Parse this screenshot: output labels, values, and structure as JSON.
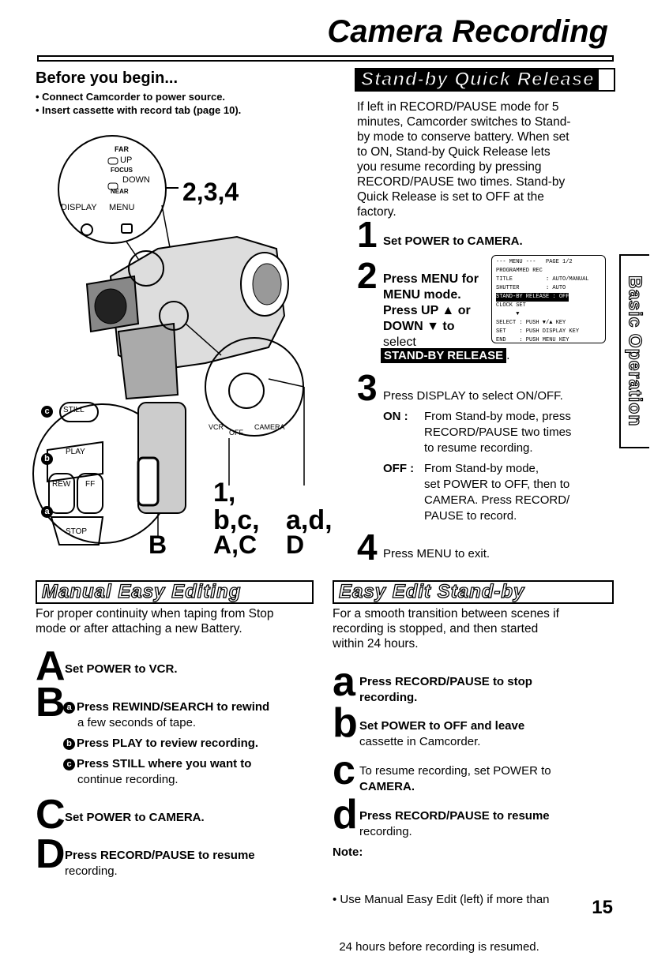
{
  "header": {
    "title": "Camera Recording",
    "page_number": "15"
  },
  "before": {
    "heading": "Before you begin...",
    "bullets": [
      "• Connect Camcorder to power source.",
      "• Insert cassette with record tab (page 10)."
    ]
  },
  "figure": {
    "far": "FAR",
    "up": "UP",
    "focus": "FOCUS",
    "down": "DOWN",
    "near": "NEAR",
    "display": "DISPLAY",
    "menu": "MENU",
    "callout_234": "2,3,4",
    "still": "STILL",
    "play": "PLAY",
    "rew": "REW",
    "ff": "FF",
    "stop": "STOP",
    "vcr": "VCR",
    "off": "OFF",
    "camera": "CAMERA",
    "label_1": "1,",
    "label_bc": "b,c,",
    "label_ad": "a,d,",
    "label_B": "B",
    "label_AC": "A,C",
    "label_D": "D",
    "badge_c": "c",
    "badge_b": "b",
    "badge_a": "a"
  },
  "standby": {
    "title": "Stand-by Quick Release",
    "intro_lines": [
      "If left in RECORD/PAUSE mode for 5",
      "minutes, Camcorder switches to Stand-",
      "by mode to conserve battery. When set",
      "to ON, Stand-by Quick Release lets",
      "you resume recording by pressing",
      "RECORD/PAUSE two times. Stand-by",
      "Quick Release is set to OFF at the",
      "factory."
    ],
    "step1": {
      "num": "1",
      "text": "Set POWER to CAMERA."
    },
    "step2": {
      "num": "2",
      "lines": [
        "Press MENU for",
        "MENU mode.",
        "Press UP ▲ or",
        "DOWN ▼ to",
        "select"
      ],
      "highlight": "STAND-BY RELEASE",
      "period": "."
    },
    "menu_screen": [
      "--- MENU ---   PAGE 1/2",
      "PROGRAMMED REC",
      "TITLE          : AUTO/MANUAL",
      "SHUTTER        : AUTO",
      "STAND-BY RELEASE : OFF",
      "CLOCK SET",
      "      ▼",
      "SELECT : PUSH ▼/▲ KEY",
      "SET    : PUSH DISPLAY KEY",
      "END    : PUSH MENU KEY"
    ],
    "step3": {
      "num": "3",
      "text": "Press DISPLAY to select ON/OFF.",
      "on_label": "ON  :",
      "on_lines": [
        "From Stand-by mode, press",
        "RECORD/PAUSE two times",
        "to resume recording."
      ],
      "off_label": "OFF :",
      "off_lines": [
        "From Stand-by mode,",
        "set POWER to OFF, then to",
        "CAMERA. Press RECORD/",
        "PAUSE to record."
      ]
    },
    "step4": {
      "num": "4",
      "text": "Press MENU to exit."
    }
  },
  "side_tab": "Basic Operation",
  "manual": {
    "title": "Manual Easy Editing",
    "intro_lines": [
      "For proper continuity when taping from Stop",
      "mode or after attaching a new Battery."
    ],
    "A": {
      "letter": "A",
      "text": "Set POWER to VCR."
    },
    "B": {
      "letter": "B",
      "a_badge": "a",
      "a_text1": "Press REWIND/SEARCH to rewind",
      "a_text2": "a few seconds of tape.",
      "b_badge": "b",
      "b_text": "Press PLAY to review recording.",
      "c_badge": "c",
      "c_text1": "Press STILL where you want to",
      "c_text2": "continue recording."
    },
    "C": {
      "letter": "C",
      "text": "Set POWER to CAMERA."
    },
    "D": {
      "letter": "D",
      "text1": "Press RECORD/PAUSE to resume",
      "text2": "recording."
    }
  },
  "easy": {
    "title": "Easy Edit Stand-by",
    "intro_lines": [
      "For a smooth transition between scenes if",
      "recording is stopped, and then started",
      "within 24 hours."
    ],
    "a": {
      "letter": "a",
      "text1": "Press RECORD/PAUSE to stop",
      "text2": "recording."
    },
    "b": {
      "letter": "b",
      "text1": "Set POWER to OFF and leave",
      "text2": "cassette in Camcorder."
    },
    "c": {
      "letter": "c",
      "text1": "To resume recording, set POWER to",
      "text2": "CAMERA."
    },
    "d": {
      "letter": "d",
      "text1": "Press RECORD/PAUSE to resume",
      "text2": "recording."
    },
    "note_label": "Note:",
    "note_lines": [
      "• Use Manual Easy Edit (left) if more than",
      "  24 hours before recording is resumed."
    ]
  }
}
